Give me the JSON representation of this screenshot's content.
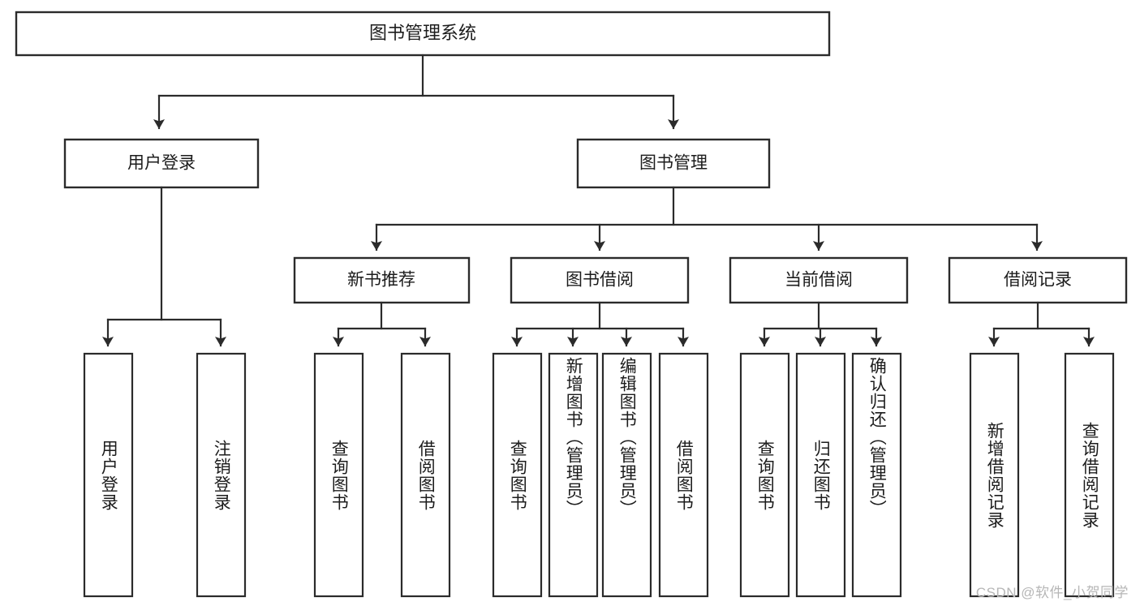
{
  "diagram": {
    "title": "图书管理系统",
    "watermark": "CSDN @软件_小贺同学",
    "colors": {
      "stroke": "#2b2b2b",
      "fill": "#ffffff",
      "text": "#1c1c1c",
      "watermark": "#b6b6b6"
    },
    "root": {
      "label": "图书管理系统"
    },
    "level2": [
      {
        "label": "用户登录"
      },
      {
        "label": "图书管理"
      }
    ],
    "level3": [
      {
        "label": "新书推荐"
      },
      {
        "label": "图书借阅"
      },
      {
        "label": "当前借阅"
      },
      {
        "label": "借阅记录"
      }
    ],
    "leaves": {
      "user_login": [
        {
          "label": "用户登录"
        },
        {
          "label": "注销登录"
        }
      ],
      "new_book_recommend": [
        {
          "label": "查询图书"
        },
        {
          "label": "借阅图书"
        }
      ],
      "book_borrow": [
        {
          "label": "查询图书"
        },
        {
          "label": "新增图书（管理员）"
        },
        {
          "label": "编辑图书（管理员）"
        },
        {
          "label": "借阅图书"
        }
      ],
      "current_borrow": [
        {
          "label": "查询图书"
        },
        {
          "label": "归还图书"
        },
        {
          "label": "确认归还（管理员）"
        }
      ],
      "borrow_record": [
        {
          "label": "新增借阅记录"
        },
        {
          "label": "查询借阅记录"
        }
      ]
    }
  }
}
